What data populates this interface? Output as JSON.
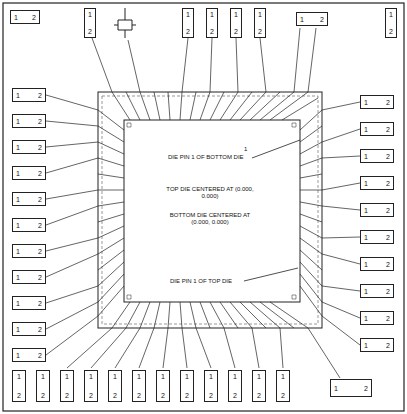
{
  "diagram": {
    "nodes": [
      {
        "text": [
          "1",
          "2"
        ]
      },
      {
        "text": [
          "1",
          "2"
        ]
      },
      {
        "text": [
          "1",
          "2"
        ]
      },
      {
        "text": [
          "1",
          "2"
        ]
      },
      {
        "text": [
          "1",
          "2"
        ]
      },
      {
        "text": [
          "1",
          "2"
        ]
      },
      {
        "text": [
          "1",
          "2"
        ]
      },
      {
        "text": [
          "1",
          "2"
        ]
      },
      {
        "text": [
          "1",
          "2"
        ]
      },
      {
        "text": [
          "1",
          "2"
        ]
      },
      {
        "text": [
          "1",
          "2"
        ]
      },
      {
        "text": [
          "1",
          "2"
        ]
      },
      {
        "text": [
          "1",
          "2"
        ]
      },
      {
        "text": [
          "1",
          "2"
        ]
      },
      {
        "text": [
          "1",
          "2"
        ]
      },
      {
        "text": [
          "1",
          "2"
        ]
      },
      {
        "text": [
          "1",
          "2"
        ]
      },
      {
        "text": [
          "1",
          "2"
        ]
      },
      {
        "text": [
          "1",
          "2"
        ]
      },
      {
        "text": [
          "1",
          "2"
        ]
      },
      {
        "text": [
          "1",
          "2"
        ]
      },
      {
        "text": [
          "1",
          "2"
        ]
      },
      {
        "text": [
          "1",
          "2"
        ]
      },
      {
        "text": [
          "1",
          "2"
        ]
      },
      {
        "text": [
          "1",
          "2"
        ]
      },
      {
        "text": [
          "1",
          "2"
        ]
      },
      {
        "text": [
          "1",
          "2"
        ]
      },
      {
        "text": [
          "1",
          "2"
        ]
      },
      {
        "text": [
          "1",
          "2"
        ]
      },
      {
        "text": [
          "1",
          "2"
        ]
      },
      {
        "text": [
          "1",
          "2"
        ]
      },
      {
        "text": [
          "1",
          "2"
        ]
      },
      {
        "text": [
          "1",
          "2"
        ]
      },
      {
        "text": [
          "1",
          "2"
        ]
      },
      {
        "text": [
          "1",
          "2"
        ]
      },
      {
        "text": [
          "1",
          "2"
        ]
      },
      {
        "text": [
          "1",
          "2"
        ]
      },
      {
        "text": [
          "1",
          "2"
        ]
      },
      {
        "text": [
          "1",
          "2"
        ]
      },
      {
        "text": [
          "1",
          "2"
        ]
      },
      {
        "text": [
          "1",
          "2"
        ]
      },
      {
        "text": [
          "1",
          "2"
        ]
      }
    ],
    "labels": [
      "1",
      "DIE PIN 1 OF BOTTOM DIE",
      "TOP DIE CENTERED AT (0.000, 0.000)",
      "BOTTOM DIE CENTERED AT (0.000, 0.000)",
      "DIE PIN 1 OF TOP DIE"
    ]
  }
}
